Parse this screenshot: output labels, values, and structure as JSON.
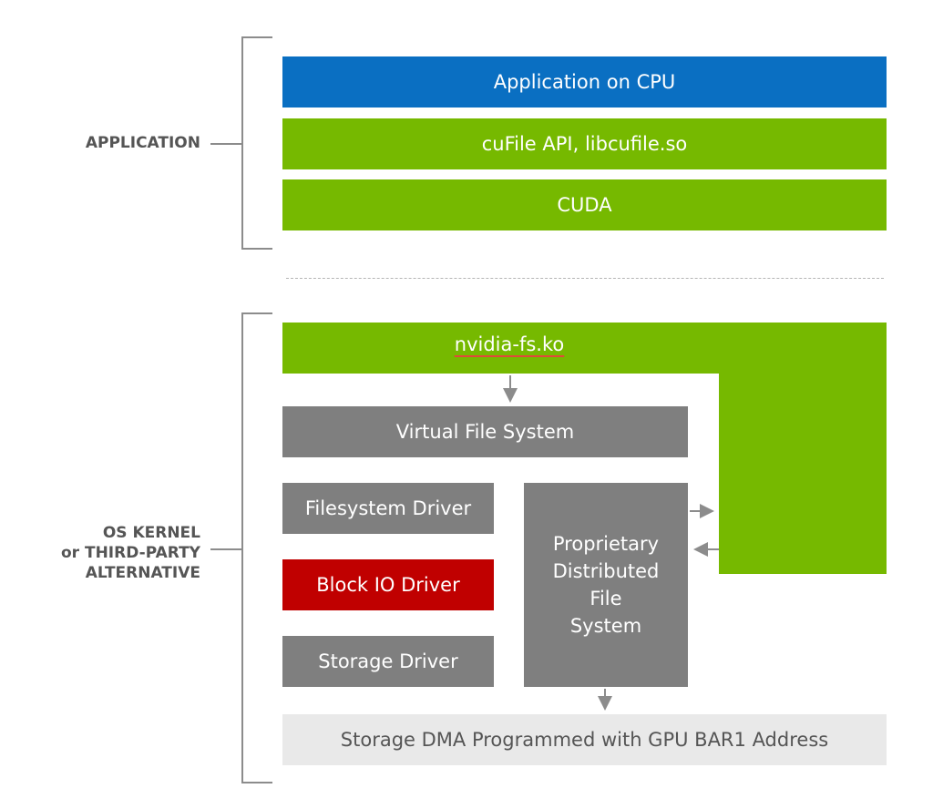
{
  "labels": {
    "application": "APPLICATION",
    "os_kernel_lines": [
      "OS KERNEL",
      "or THIRD-PARTY",
      "ALTERNATIVE"
    ]
  },
  "blocks": {
    "app_cpu": "Application on CPU",
    "cufile_api": "cuFile API, libcufile.so",
    "cuda": "CUDA",
    "nvidia_fs": "nvidia-fs.ko",
    "vfs": "Virtual File System",
    "fs_driver": "Filesystem Driver",
    "block_io": "Block IO Driver",
    "storage_driver": "Storage Driver",
    "proprietary_dfs_lines": [
      "Proprietary",
      "Distributed",
      "File",
      "System"
    ],
    "storage_dma": "Storage DMA Programmed with GPU BAR1 Address"
  },
  "colors": {
    "cpu_blue": "#0a6fc2",
    "nvidia_green": "#76b900",
    "gray_block": "#7f7f7f",
    "block_io_red": "#c00000",
    "dma_light": "#e9e9e9",
    "label_gray": "#555555"
  }
}
